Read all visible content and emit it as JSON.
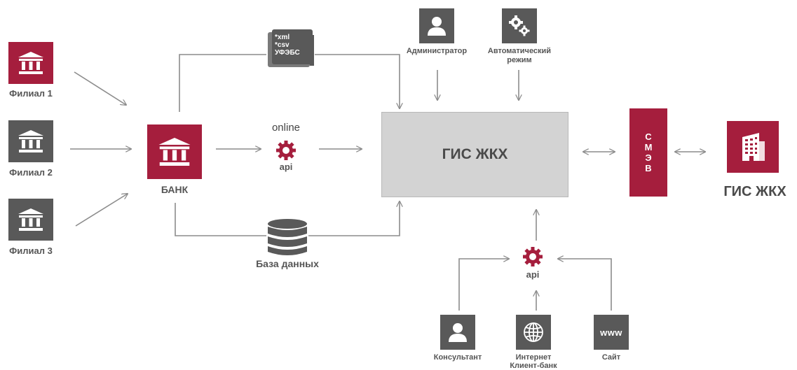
{
  "branches": [
    {
      "label": "Филиал 1"
    },
    {
      "label": "Филиал 2"
    },
    {
      "label": "Филиал 3"
    }
  ],
  "bank": {
    "label": "БАНК"
  },
  "file_exchange": {
    "formats": [
      "*xml",
      "*csv",
      "УФЭБС"
    ]
  },
  "online": {
    "label": "online",
    "api_label": "api"
  },
  "database": {
    "label": "База данных"
  },
  "administrator": {
    "label": "Администратор"
  },
  "auto_mode": {
    "label_line1": "Автоматический",
    "label_line2": "режим"
  },
  "gis_center": {
    "label": "ГИС ЖКХ"
  },
  "smev": {
    "letters": [
      "С",
      "М",
      "Э",
      "В"
    ]
  },
  "gis_right": {
    "label": "ГИС ЖКХ"
  },
  "bottom_api": {
    "label": "api"
  },
  "consultant": {
    "label": "Консультант"
  },
  "internet_bank": {
    "label_line1": "Интернет",
    "label_line2": "Клиент-банк"
  },
  "site": {
    "label": "Сайт",
    "icon_text": "www"
  },
  "colors": {
    "accent": "#a51e3d",
    "gray_icon": "#595959",
    "line": "#8c8c8c",
    "box_fill": "#d3d3d3"
  }
}
